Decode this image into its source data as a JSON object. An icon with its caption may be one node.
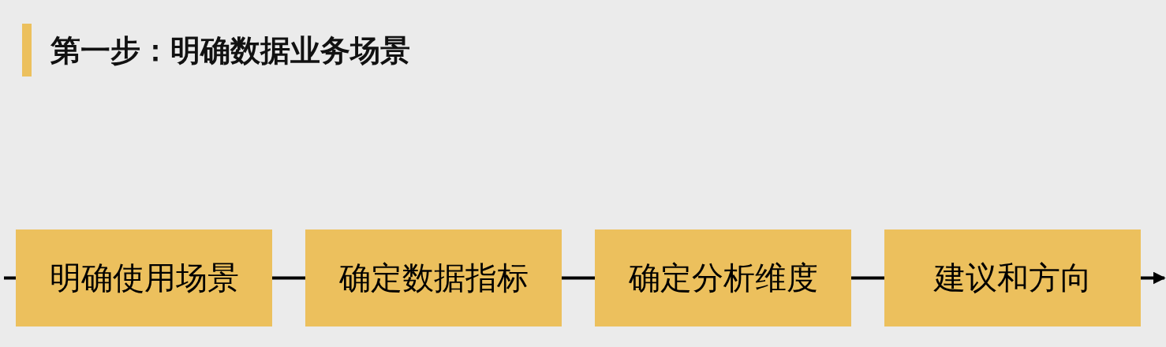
{
  "diagram": {
    "title": "第一步：明确数据业务场景",
    "nodes": [
      {
        "text": [
          "明确使用场景"
        ]
      },
      {
        "text": [
          "确定数据指标"
        ]
      },
      {
        "text": [
          "确定分析维度"
        ]
      },
      {
        "text": [
          "建议和方向"
        ]
      }
    ],
    "edges": [
      {
        "from": null,
        "to": 0,
        "arrow": "none"
      },
      {
        "from": 0,
        "to": 1,
        "arrow": "none"
      },
      {
        "from": 1,
        "to": 2,
        "arrow": "none"
      },
      {
        "from": 2,
        "to": 3,
        "arrow": "none"
      },
      {
        "from": 3,
        "to": null,
        "arrow": "to"
      }
    ]
  }
}
